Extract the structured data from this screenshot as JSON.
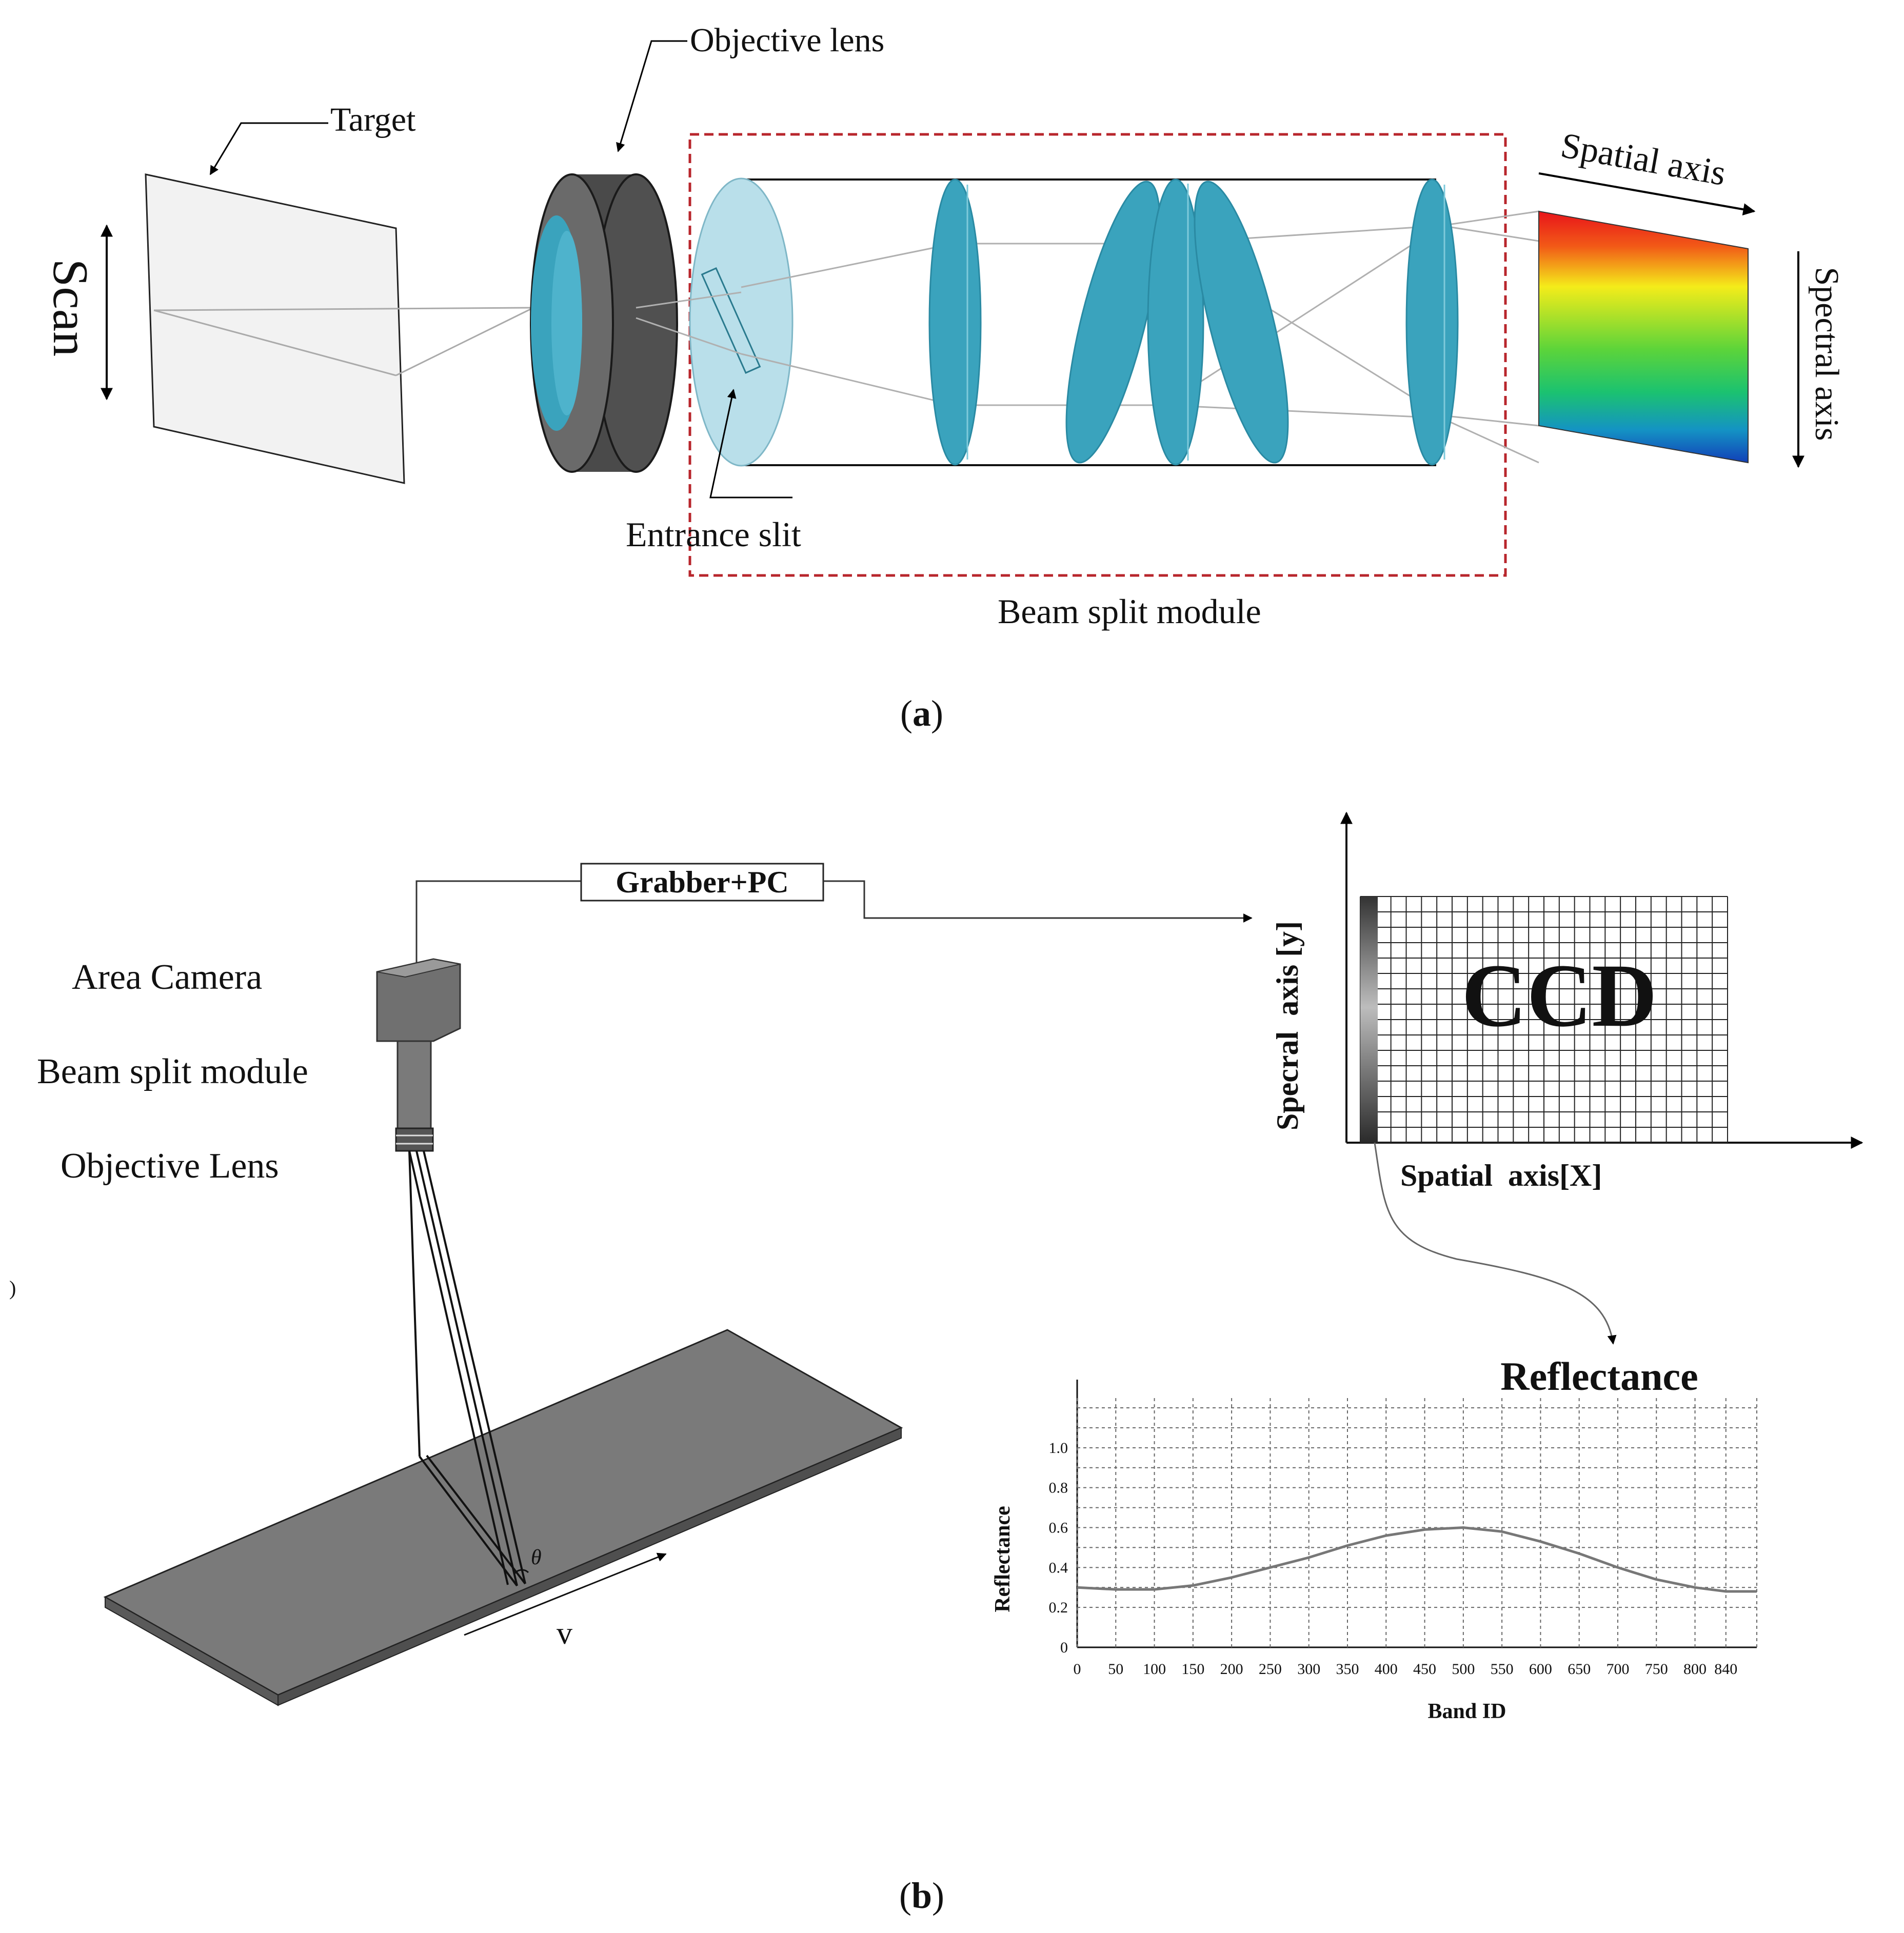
{
  "panel_a": {
    "label_target": "Target",
    "label_objective": "Objective lens",
    "label_scan": "Scan",
    "label_slit": "Entrance slit",
    "label_module": "Beam split module",
    "label_spatial": "Spatial axis",
    "label_spectral": "Spectral axis",
    "caption_paren_open": "(",
    "caption_letter": "a",
    "caption_paren_close": ")"
  },
  "panel_b": {
    "grabber": "Grabber+PC",
    "area_camera": "Area Camera",
    "beam_split": "Beam split module",
    "objective": "Objective Lens",
    "theta": "θ",
    "velocity": "v",
    "ccd": "CCD",
    "ccd_yaxis": "Specral  axis [y]",
    "ccd_xaxis": "Spatial  axis[X]",
    "reflectance_title": "Reflectance",
    "caption_paren_open": "(",
    "caption_letter": "b",
    "caption_paren_close": ")"
  },
  "colors": {
    "lens": "#3aa3bd",
    "lens_edge": "#2a8aa3",
    "slit_disc": "#b9dfea",
    "dashed_box": "#b8262c",
    "camera_grey": "#7d7d7d",
    "plate": "#7a7a7a"
  },
  "chart_data": {
    "type": "line",
    "title": "",
    "xlabel": "Band ID",
    "ylabel": "Reflectance",
    "xticks": [
      "0",
      "50",
      "100",
      "150",
      "200",
      "250",
      "300",
      "350",
      "400",
      "450",
      "500",
      "550",
      "600",
      "650",
      "700",
      "750",
      "800",
      "840"
    ],
    "yticks": [
      "0",
      "0.2",
      "0.4",
      "0.6",
      "0.8",
      "1.0"
    ],
    "ylim": [
      0,
      1.2
    ],
    "grid": true,
    "series": [
      {
        "x": [
          0,
          50,
          100,
          150,
          200,
          250,
          300,
          350,
          400,
          450,
          500,
          550,
          600,
          650,
          700,
          750,
          800,
          840,
          880
        ],
        "values": [
          0.3,
          0.29,
          0.29,
          0.31,
          0.35,
          0.4,
          0.45,
          0.51,
          0.56,
          0.59,
          0.6,
          0.58,
          0.53,
          0.47,
          0.4,
          0.34,
          0.3,
          0.28,
          0.28
        ]
      }
    ]
  }
}
